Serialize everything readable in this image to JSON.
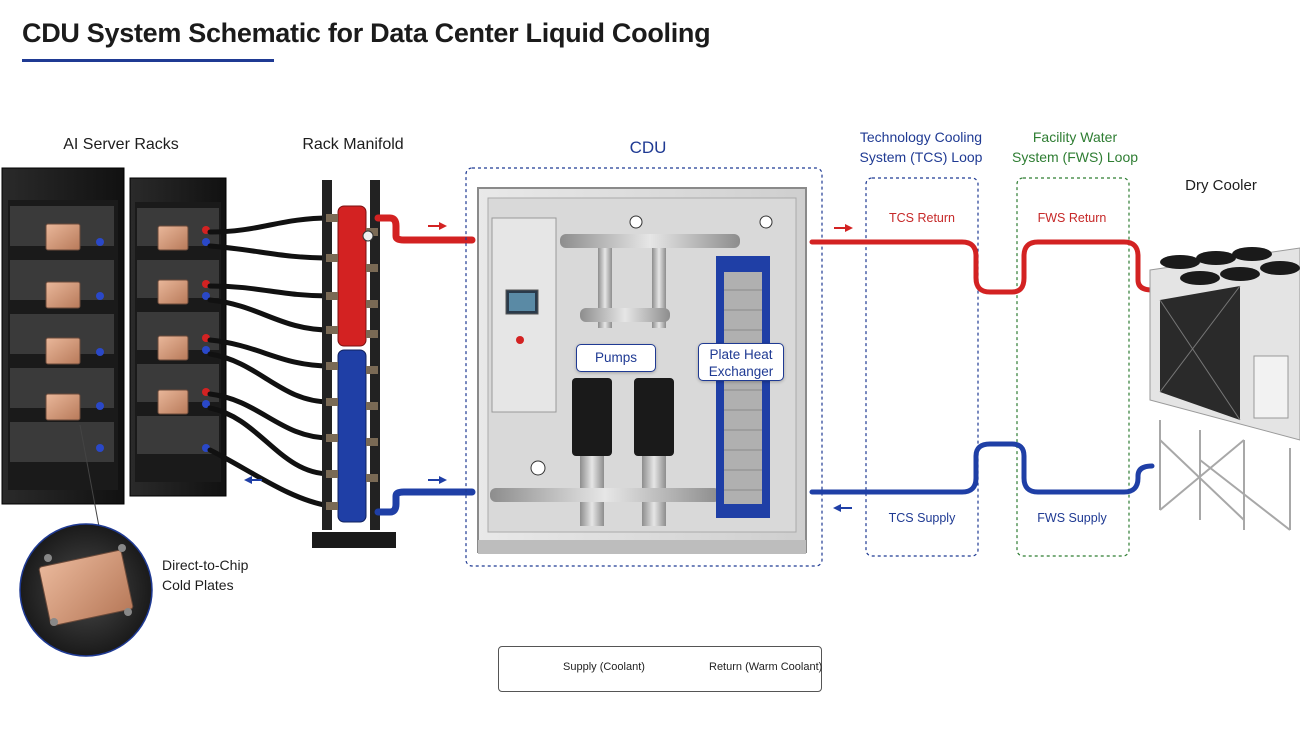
{
  "header": {
    "title": "CDU System Schematic for Data Center Liquid Cooling",
    "accent_color": "#1f3a93"
  },
  "sections": {
    "ai_server_racks": "AI Server Racks",
    "rack_manifold": "Rack Manifold",
    "cdu": "CDU",
    "tcs_loop_line1": "Technology Cooling",
    "tcs_loop_line2": "System (TCS) Loop",
    "fws_loop_line1": "Facility Water",
    "fws_loop_line2": "System (FWS) Loop",
    "dry_cooler": "Dry Cooler"
  },
  "cdu_components": {
    "pumps": "Pumps",
    "plate_heat_line1": "Plate Heat",
    "plate_heat_line2": "Exchanger"
  },
  "loop_labels": {
    "tcs_return": "TCS Return",
    "fws_return": "FWS Return",
    "tcs_supply": "TCS Supply",
    "fws_supply": "FWS Supply"
  },
  "inset": {
    "line1": "Direct-to-Chip",
    "line2": "Cold Plates"
  },
  "legend": {
    "supply": "Supply (Coolant)",
    "return": "Return (Warm Coolant)"
  },
  "colors": {
    "supply": "#1f3fa6",
    "return": "#d32222",
    "tcs_border": "#1f3a93",
    "fws_border": "#2e7d32"
  }
}
